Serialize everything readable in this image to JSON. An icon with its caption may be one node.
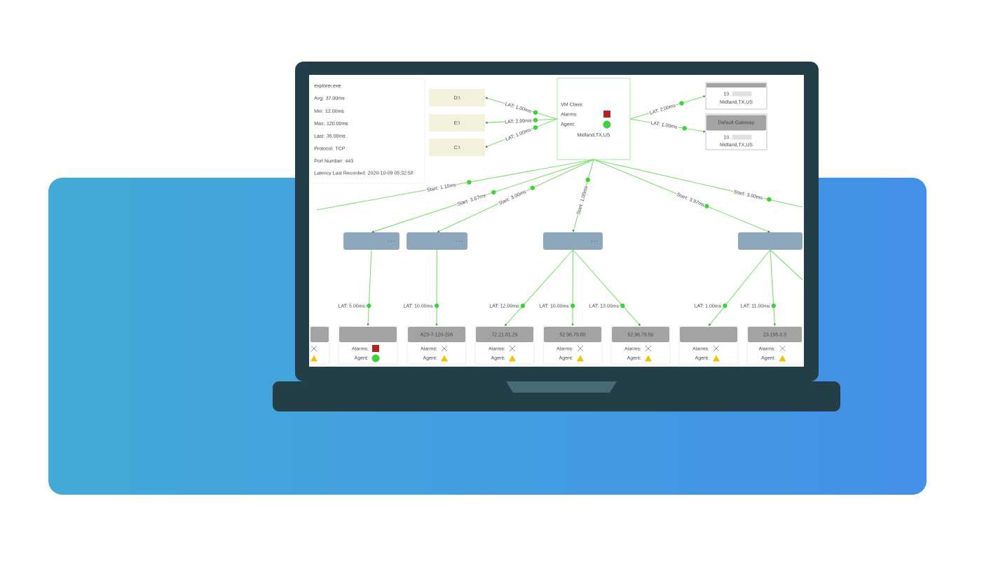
{
  "diagram": {
    "nodes": [
      {
        "text": [
          "D:\\"
        ]
      },
      {
        "text": [
          "E:\\"
        ]
      },
      {
        "text": [
          "C:\\"
        ]
      },
      {
        "text": [
          "VM Class:",
          "Alarms:",
          "Agent:",
          "Midland,TX,US"
        ]
      },
      {
        "text": [
          "10.",
          "Midland,TX,US"
        ]
      },
      {
        "text": [
          "Default Gateway",
          "10.",
          "Midland,TX,US"
        ]
      },
      {
        "text": [],
        "shape": "box"
      },
      {
        "text": [],
        "shape": "box"
      },
      {
        "text": [],
        "shape": "box"
      },
      {
        "text": [],
        "shape": "box"
      },
      {
        "text": [
          "explorer.exe",
          "Avg: 37.00ms",
          "Min: 12.00ms",
          "Max: 120.00ms",
          "Last: 36.00ms",
          "Protocol: TCP",
          "Port Number: 443",
          "Latency Last Recorded: 2020-10-09 05:32:58"
        ]
      },
      {
        "text": [],
        "shape": "box"
      },
      {
        "text": [
          "Alarms:",
          "Agent:"
        ]
      },
      {
        "text": [
          "A23-7-120-206",
          "Alarms:",
          "Agent:"
        ]
      },
      {
        "text": [
          "72.21.81.29",
          "Alarms:",
          "Agent:"
        ]
      },
      {
        "text": [
          "52.96.79.80",
          "Alarms:",
          "Agent:"
        ]
      },
      {
        "text": [
          "52.96.79.50",
          "Alarms:",
          "Agent:"
        ]
      },
      {
        "text": [
          "Alarms:",
          "Agent:"
        ]
      },
      {
        "text": [
          "23.195.0.3",
          "Alarms:",
          "Agent:"
        ]
      }
    ],
    "edges": [
      {
        "from": 3,
        "to": 0,
        "arrow": "to",
        "label": "LAT: 1.00ms"
      },
      {
        "from": 3,
        "to": 1,
        "arrow": "to",
        "label": "LAT: 2.00ms"
      },
      {
        "from": 3,
        "to": 2,
        "arrow": "to",
        "label": "LAT: 1.00ms"
      },
      {
        "from": 3,
        "to": 4,
        "arrow": "to",
        "label": "LAT: 2.00ms"
      },
      {
        "from": 3,
        "to": 5,
        "arrow": "to",
        "label": "LAT: 1.00ms"
      },
      {
        "from": 3,
        "to": null,
        "arrow": "none",
        "label": "Start: 1.10ms"
      },
      {
        "from": 3,
        "to": 6,
        "arrow": "to",
        "label": "Start: 3.67ms"
      },
      {
        "from": 3,
        "to": 7,
        "arrow": "to",
        "label": "Start: 3.00ms"
      },
      {
        "from": 3,
        "to": 8,
        "arrow": "to",
        "label": "Start: 1.00ms"
      },
      {
        "from": 3,
        "to": 9,
        "arrow": "to",
        "label": "Start: 3.97ms"
      },
      {
        "from": 3,
        "to": null,
        "arrow": "none",
        "label": "Start: 3.00ms"
      },
      {
        "from": 6,
        "to": 12,
        "arrow": "to",
        "label": "LAT: 5.00ms"
      },
      {
        "from": 7,
        "to": 13,
        "arrow": "to",
        "label": "LAT: 10.00ms"
      },
      {
        "from": 8,
        "to": 14,
        "arrow": "to",
        "label": "LAT: 12.00ms"
      },
      {
        "from": 8,
        "to": 15,
        "arrow": "to",
        "label": "LAT: 10.00ms"
      },
      {
        "from": 8,
        "to": 16,
        "arrow": "to",
        "label": "LAT: 13.00ms"
      },
      {
        "from": 9,
        "to": 17,
        "arrow": "to",
        "label": "LAT: 1.00ms"
      },
      {
        "from": 9,
        "to": 18,
        "arrow": "to",
        "label": "LAT: 11.00ms"
      },
      {
        "from": 9,
        "to": null,
        "arrow": "none"
      }
    ]
  }
}
